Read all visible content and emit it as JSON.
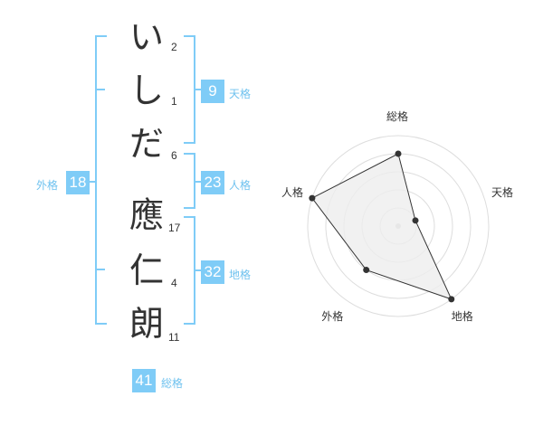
{
  "name_chars": [
    {
      "char": "い",
      "strokes": "2"
    },
    {
      "char": "し",
      "strokes": "1"
    },
    {
      "char": "だ",
      "strokes": "6"
    },
    {
      "char": "應",
      "strokes": "17"
    },
    {
      "char": "仁",
      "strokes": "4"
    },
    {
      "char": "朗",
      "strokes": "11"
    }
  ],
  "kakusu": {
    "tenkaku": {
      "value": "9",
      "label": "天格"
    },
    "jinkaku": {
      "value": "23",
      "label": "人格"
    },
    "chikaku": {
      "value": "32",
      "label": "地格"
    },
    "gaikaku": {
      "value": "18",
      "label": "外格"
    },
    "soukaku": {
      "value": "41",
      "label": "総格"
    }
  },
  "chart_data": {
    "type": "radar",
    "axes": [
      "総格",
      "天格",
      "地格",
      "外格",
      "人格"
    ],
    "levels": 5,
    "values": [
      4,
      1,
      5,
      3,
      5
    ],
    "max": 5,
    "fill_color": "#eeeeee",
    "line_color": "#333333",
    "grid_color": "#dddddd"
  },
  "colors": {
    "accent": "#7fccf7",
    "label": "#6fc2ef",
    "bracket": "#7fccf7"
  }
}
